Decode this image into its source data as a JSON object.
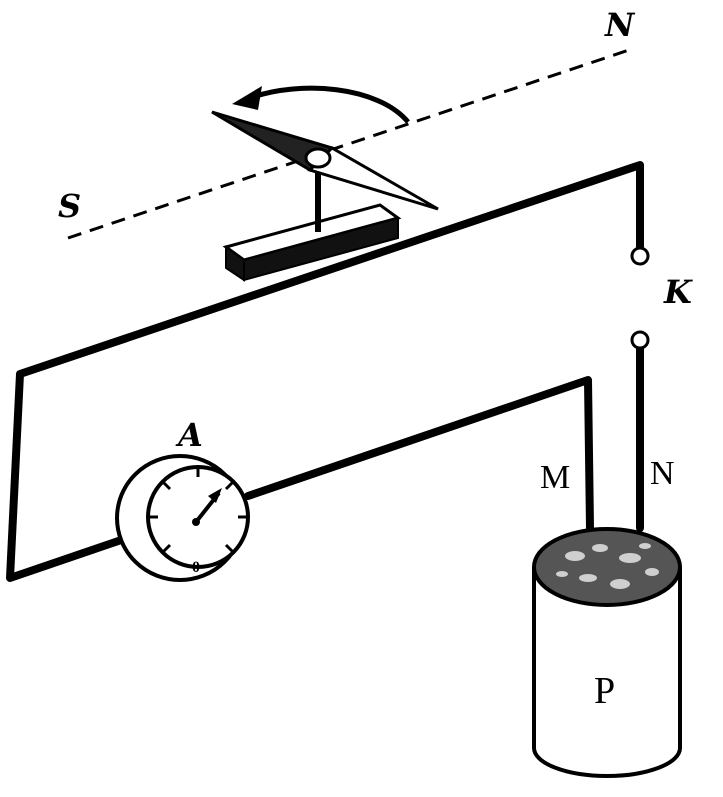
{
  "labels": {
    "north": "N",
    "south": "S",
    "switch": "K",
    "ammeter": "A",
    "terminal_m": "M",
    "terminal_n": "N",
    "container": "P",
    "dial_zero": "0"
  }
}
